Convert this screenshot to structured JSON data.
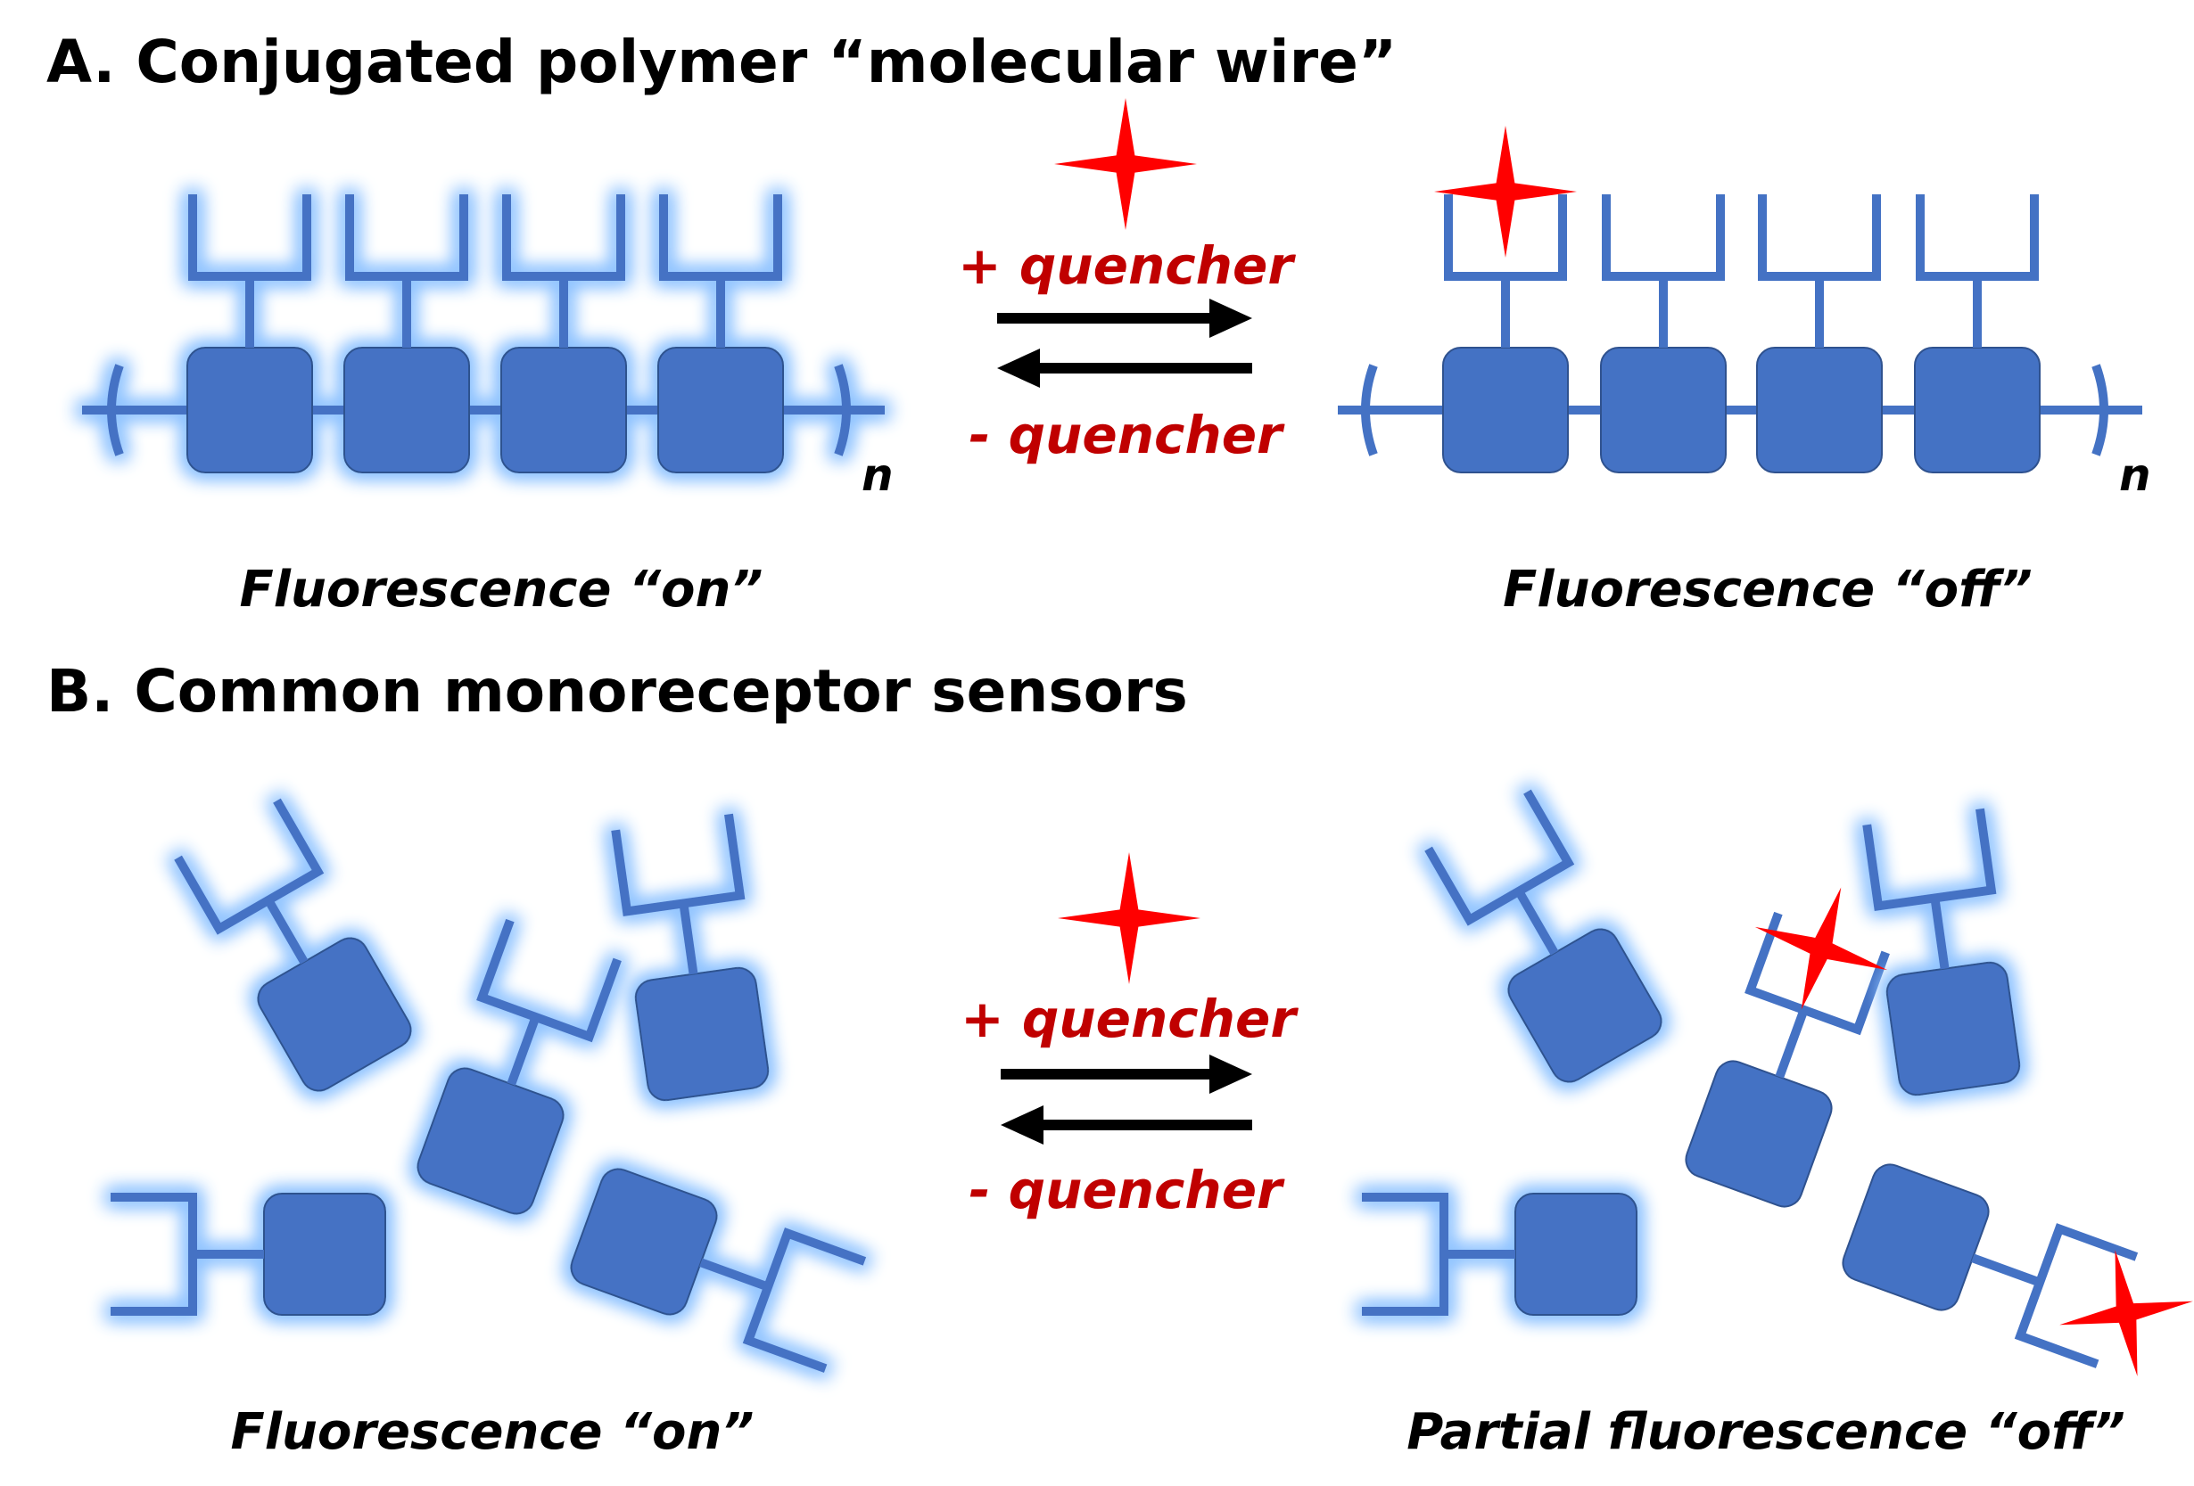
{
  "colors": {
    "unit": "#4472C4",
    "unit_stroke": "#2F528F",
    "glow": "#8FC3FF",
    "quencher": "#FF0000",
    "quencher_text": "#C00000",
    "arrow": "#000000"
  },
  "panel_a": {
    "title": "A. Conjugated polymer “molecular wire”",
    "left_caption": "Fluorescence “on”",
    "right_caption": "Fluorescence “off”",
    "repeat_label": "n",
    "forward_label": "+ quencher",
    "reverse_label": "- quencher"
  },
  "panel_b": {
    "title": "B. Common monoreceptor sensors",
    "left_caption": "Fluorescence “on”",
    "right_caption": "Partial fluorescence “off”",
    "forward_label": "+ quencher",
    "reverse_label": "- quencher"
  }
}
